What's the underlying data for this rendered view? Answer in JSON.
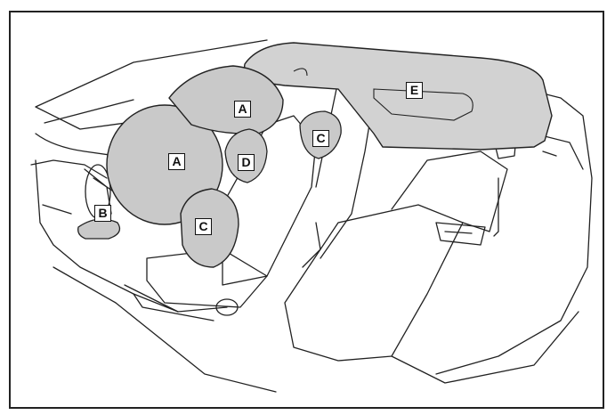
{
  "colors": {
    "airbag_fill": "#c9c9c9",
    "curtain_fill": "#d2d2d2",
    "line": "#222222",
    "label_bg": "#ffffff"
  },
  "labels": {
    "A_upper": "A",
    "A_lower": "A",
    "B": "B",
    "C_front": "C",
    "C_rear": "C",
    "D": "D",
    "E": "E"
  }
}
